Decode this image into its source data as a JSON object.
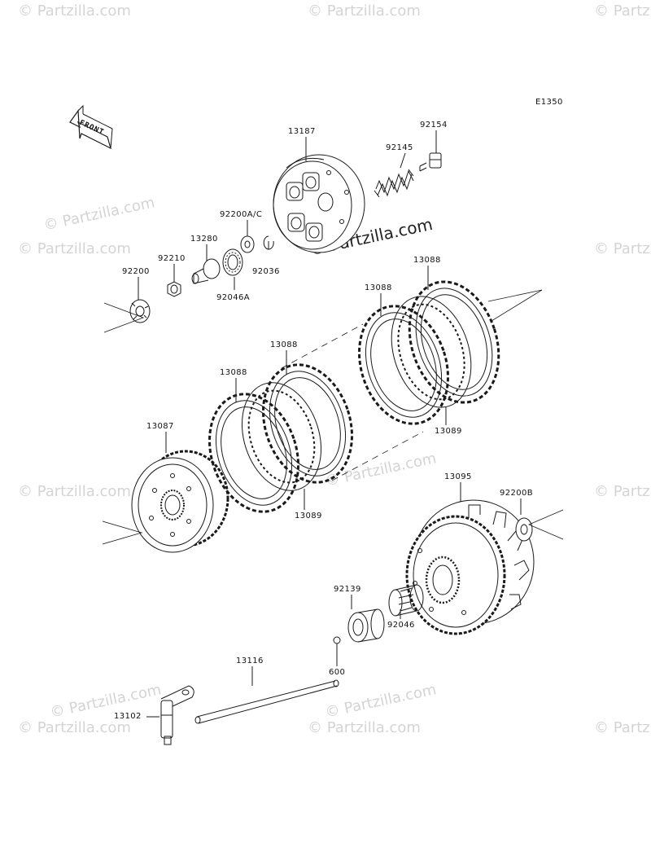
{
  "diagram_code": "E1350",
  "front_label": "FRONT",
  "watermark": "© Partzilla.com",
  "colors": {
    "line": "#1a1a1a",
    "watermark": "#d4d4d4",
    "background": "#ffffff"
  },
  "labels": {
    "p13187": "13187",
    "p92154": "92154",
    "p92145": "92145",
    "p92200ac": "92200A/C",
    "p13280": "13280",
    "p92210": "92210",
    "p92200": "92200",
    "p92036": "92036",
    "p92046a": "92046A",
    "p13088_a": "13088",
    "p13088_b": "13088",
    "p13088_c": "13088",
    "p13088_d": "13088",
    "p13089_a": "13089",
    "p13089_b": "13089",
    "p13087": "13087",
    "p13095": "13095",
    "p92200b": "92200B",
    "p92139": "92139",
    "p92046": "92046",
    "p600": "600",
    "p13116": "13116",
    "p13102": "13102"
  }
}
